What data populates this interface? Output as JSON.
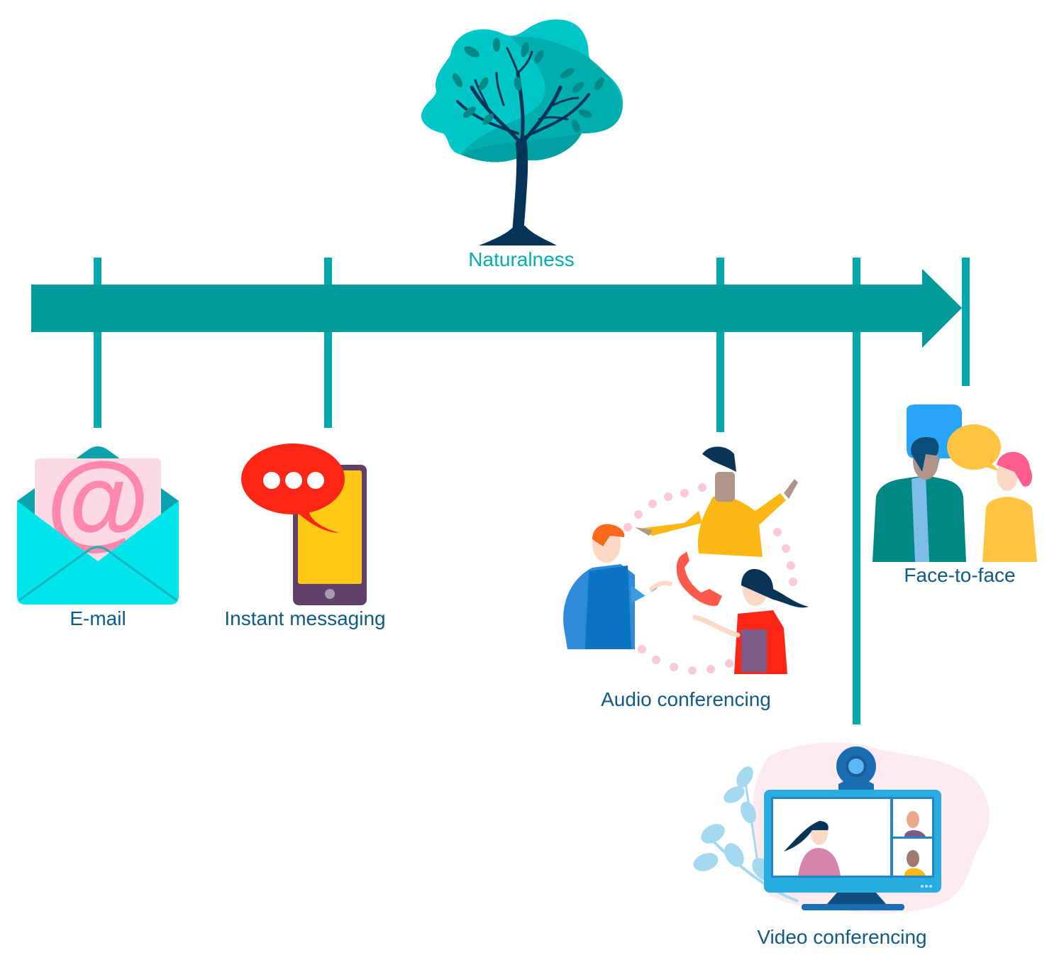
{
  "axis": {
    "label": "Naturalness",
    "direction": "left-to-right (less natural to more natural)",
    "color": "#009c9b",
    "tick_color": "#00a9ac"
  },
  "items": [
    {
      "label": "E-mail",
      "icon": "email-envelope-icon",
      "order": 1
    },
    {
      "label": "Instant messaging",
      "icon": "smartphone-chat-icon",
      "order": 2
    },
    {
      "label": "Audio conferencing",
      "icon": "audio-conference-icon",
      "order": 3
    },
    {
      "label": "Video conferencing",
      "icon": "video-conference-icon",
      "order": 4
    },
    {
      "label": "Face-to-face",
      "icon": "face-to-face-icon",
      "order": 5
    }
  ],
  "colors": {
    "label_text": "#0f5a87",
    "axis_label_text": "#00adb3",
    "tree_canopy": "#00b5b5",
    "tree_trunk": "#063458"
  }
}
